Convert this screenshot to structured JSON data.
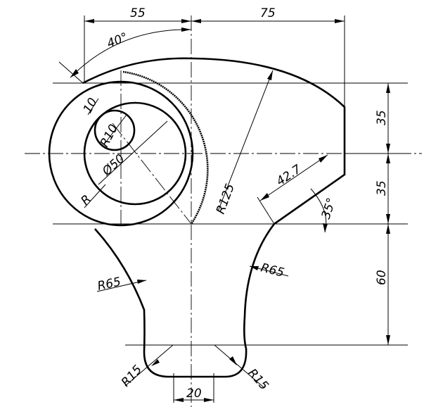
{
  "drawing": {
    "dimensions": {
      "top_left": "55",
      "top_right": "75",
      "angle_top": "40°",
      "offset_small": "10",
      "radius_small": "R10",
      "diameter": "Ø50",
      "radius_r": "R",
      "radius_large": "R125",
      "inclined_length": "42.7",
      "angle_inclined": "35°",
      "right_upper": "35",
      "right_middle": "35",
      "right_lower": "60",
      "fillet_left": "R65",
      "fillet_right": "R65",
      "bottom_left": "R15",
      "bottom_right": "R15",
      "bottom_width": "20"
    }
  }
}
